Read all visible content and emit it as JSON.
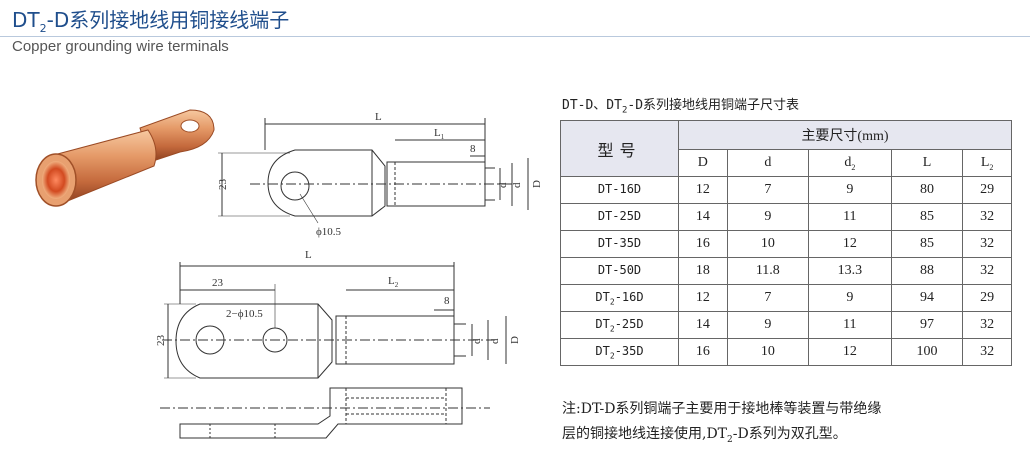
{
  "header": {
    "title_prefix": "DT",
    "title_sub": "2",
    "title_rest": "-D系列接地线用铜接线端子",
    "subtitle": "Copper grounding wire terminals"
  },
  "drawing_labels": {
    "top_L": "L",
    "top_L1": "L",
    "top_L1_sub": "1",
    "top_8": "8",
    "top_23": "23",
    "top_d": "d",
    "top_d1": "d",
    "top_D": "D",
    "top_hole": "ϕ10.5",
    "bot_L": "L",
    "bot_23w": "23",
    "bot_L1": "L",
    "bot_8": "8",
    "bot_holes": "2−ϕ10.5",
    "bot_23h": "23",
    "bot_d": "d",
    "bot_d1": "d",
    "bot_D": "D"
  },
  "table": {
    "title_prefix": "DT-D、DT",
    "title_sub": "2",
    "title_rest": "-D系列接地线用铜端子尺寸表",
    "model_header": "型号",
    "group_header": "主要尺寸(mm)",
    "columns": [
      "D",
      "d",
      "d",
      "L",
      "L"
    ],
    "rows": [
      {
        "model": "DT-16D",
        "sub": "",
        "model_rest": "",
        "D": "12",
        "d": "7",
        "d1": "9",
        "L": "80",
        "L1": "29"
      },
      {
        "model": "DT-25D",
        "sub": "",
        "model_rest": "",
        "D": "14",
        "d": "9",
        "d1": "11",
        "L": "85",
        "L1": "32"
      },
      {
        "model": "DT-35D",
        "sub": "",
        "model_rest": "",
        "D": "16",
        "d": "10",
        "d1": "12",
        "L": "85",
        "L1": "32"
      },
      {
        "model": "DT-50D",
        "sub": "",
        "model_rest": "",
        "D": "18",
        "d": "11.8",
        "d1": "13.3",
        "L": "88",
        "L1": "32"
      },
      {
        "model": "DT",
        "sub": "2",
        "model_rest": "-16D",
        "D": "12",
        "d": "7",
        "d1": "9",
        "L": "94",
        "L1": "29"
      },
      {
        "model": "DT",
        "sub": "2",
        "model_rest": "-25D",
        "D": "14",
        "d": "9",
        "d1": "11",
        "L": "97",
        "L1": "32"
      },
      {
        "model": "DT",
        "sub": "2",
        "model_rest": "-35D",
        "D": "16",
        "d": "10",
        "d1": "12",
        "L": "100",
        "L1": "32"
      }
    ]
  },
  "note": {
    "line1": "注:DT-D系列铜端子主要用于接地棒等装置与带绝缘",
    "line2_prefix": "层的铜接地线连接使用,DT",
    "line2_sub": "2",
    "line2_rest": "-D系列为双孔型。"
  }
}
